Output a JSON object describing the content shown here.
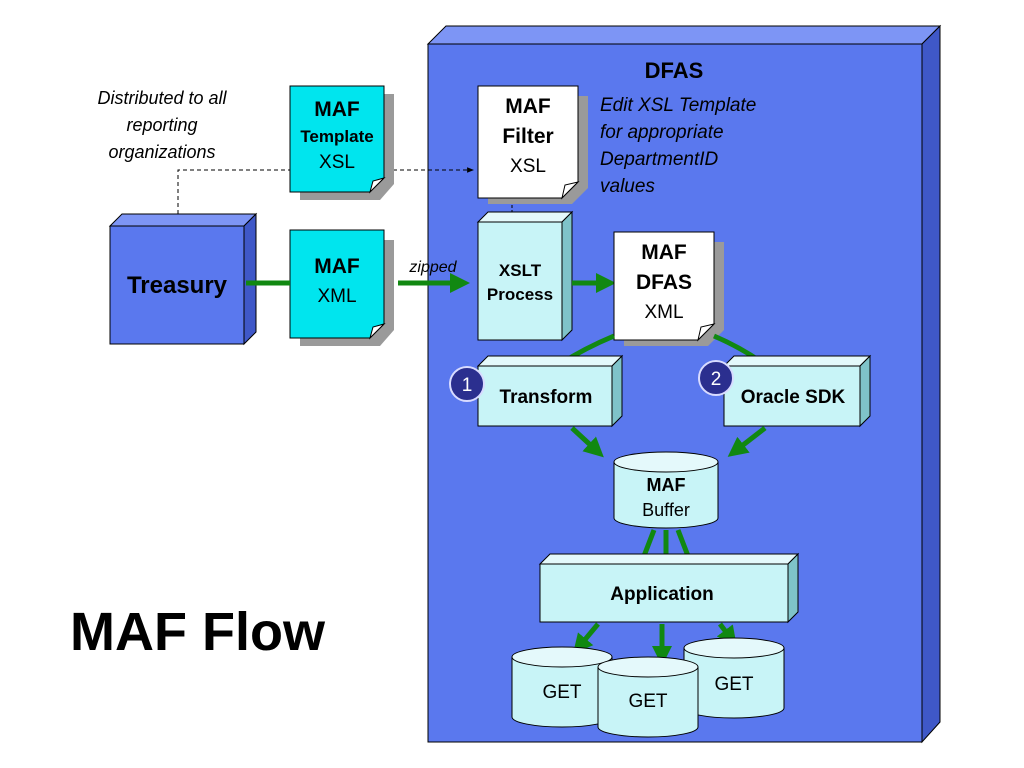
{
  "title": "MAF Flow",
  "container": {
    "label": "DFAS"
  },
  "treasury": {
    "label": "Treasury"
  },
  "distribution_note": [
    "Distributed to all",
    "reporting",
    "organizations"
  ],
  "maf_template": {
    "line1": "MAF",
    "line2": "Template",
    "line3": "XSL"
  },
  "maf_xml": {
    "line1": "MAF",
    "line2": "XML"
  },
  "zipped_label": "zipped",
  "maf_filter": {
    "line1": "MAF",
    "line2": "Filter",
    "line3": "XSL"
  },
  "edit_note": [
    "Edit XSL Template",
    "for appropriate",
    "DepartmentID",
    "values"
  ],
  "xslt_process": {
    "line1": "XSLT",
    "line2": "Process"
  },
  "maf_dfas": {
    "line1": "MAF",
    "line2": "DFAS",
    "line3": "XML"
  },
  "transform": {
    "badge": "1",
    "label": "Transform"
  },
  "oracle_sdk": {
    "badge": "2",
    "label": "Oracle SDK"
  },
  "maf_buffer": {
    "line1": "MAF",
    "line2": "Buffer"
  },
  "application": {
    "label": "Application"
  },
  "get_stores": [
    "GET",
    "GET",
    "GET"
  ],
  "colors": {
    "container": "#5a78ee",
    "cyan_doc": "#00e5ee",
    "light_cyan": "#c8f4f7",
    "arrow_green": "#118811",
    "badge": "#2b2f8f"
  }
}
